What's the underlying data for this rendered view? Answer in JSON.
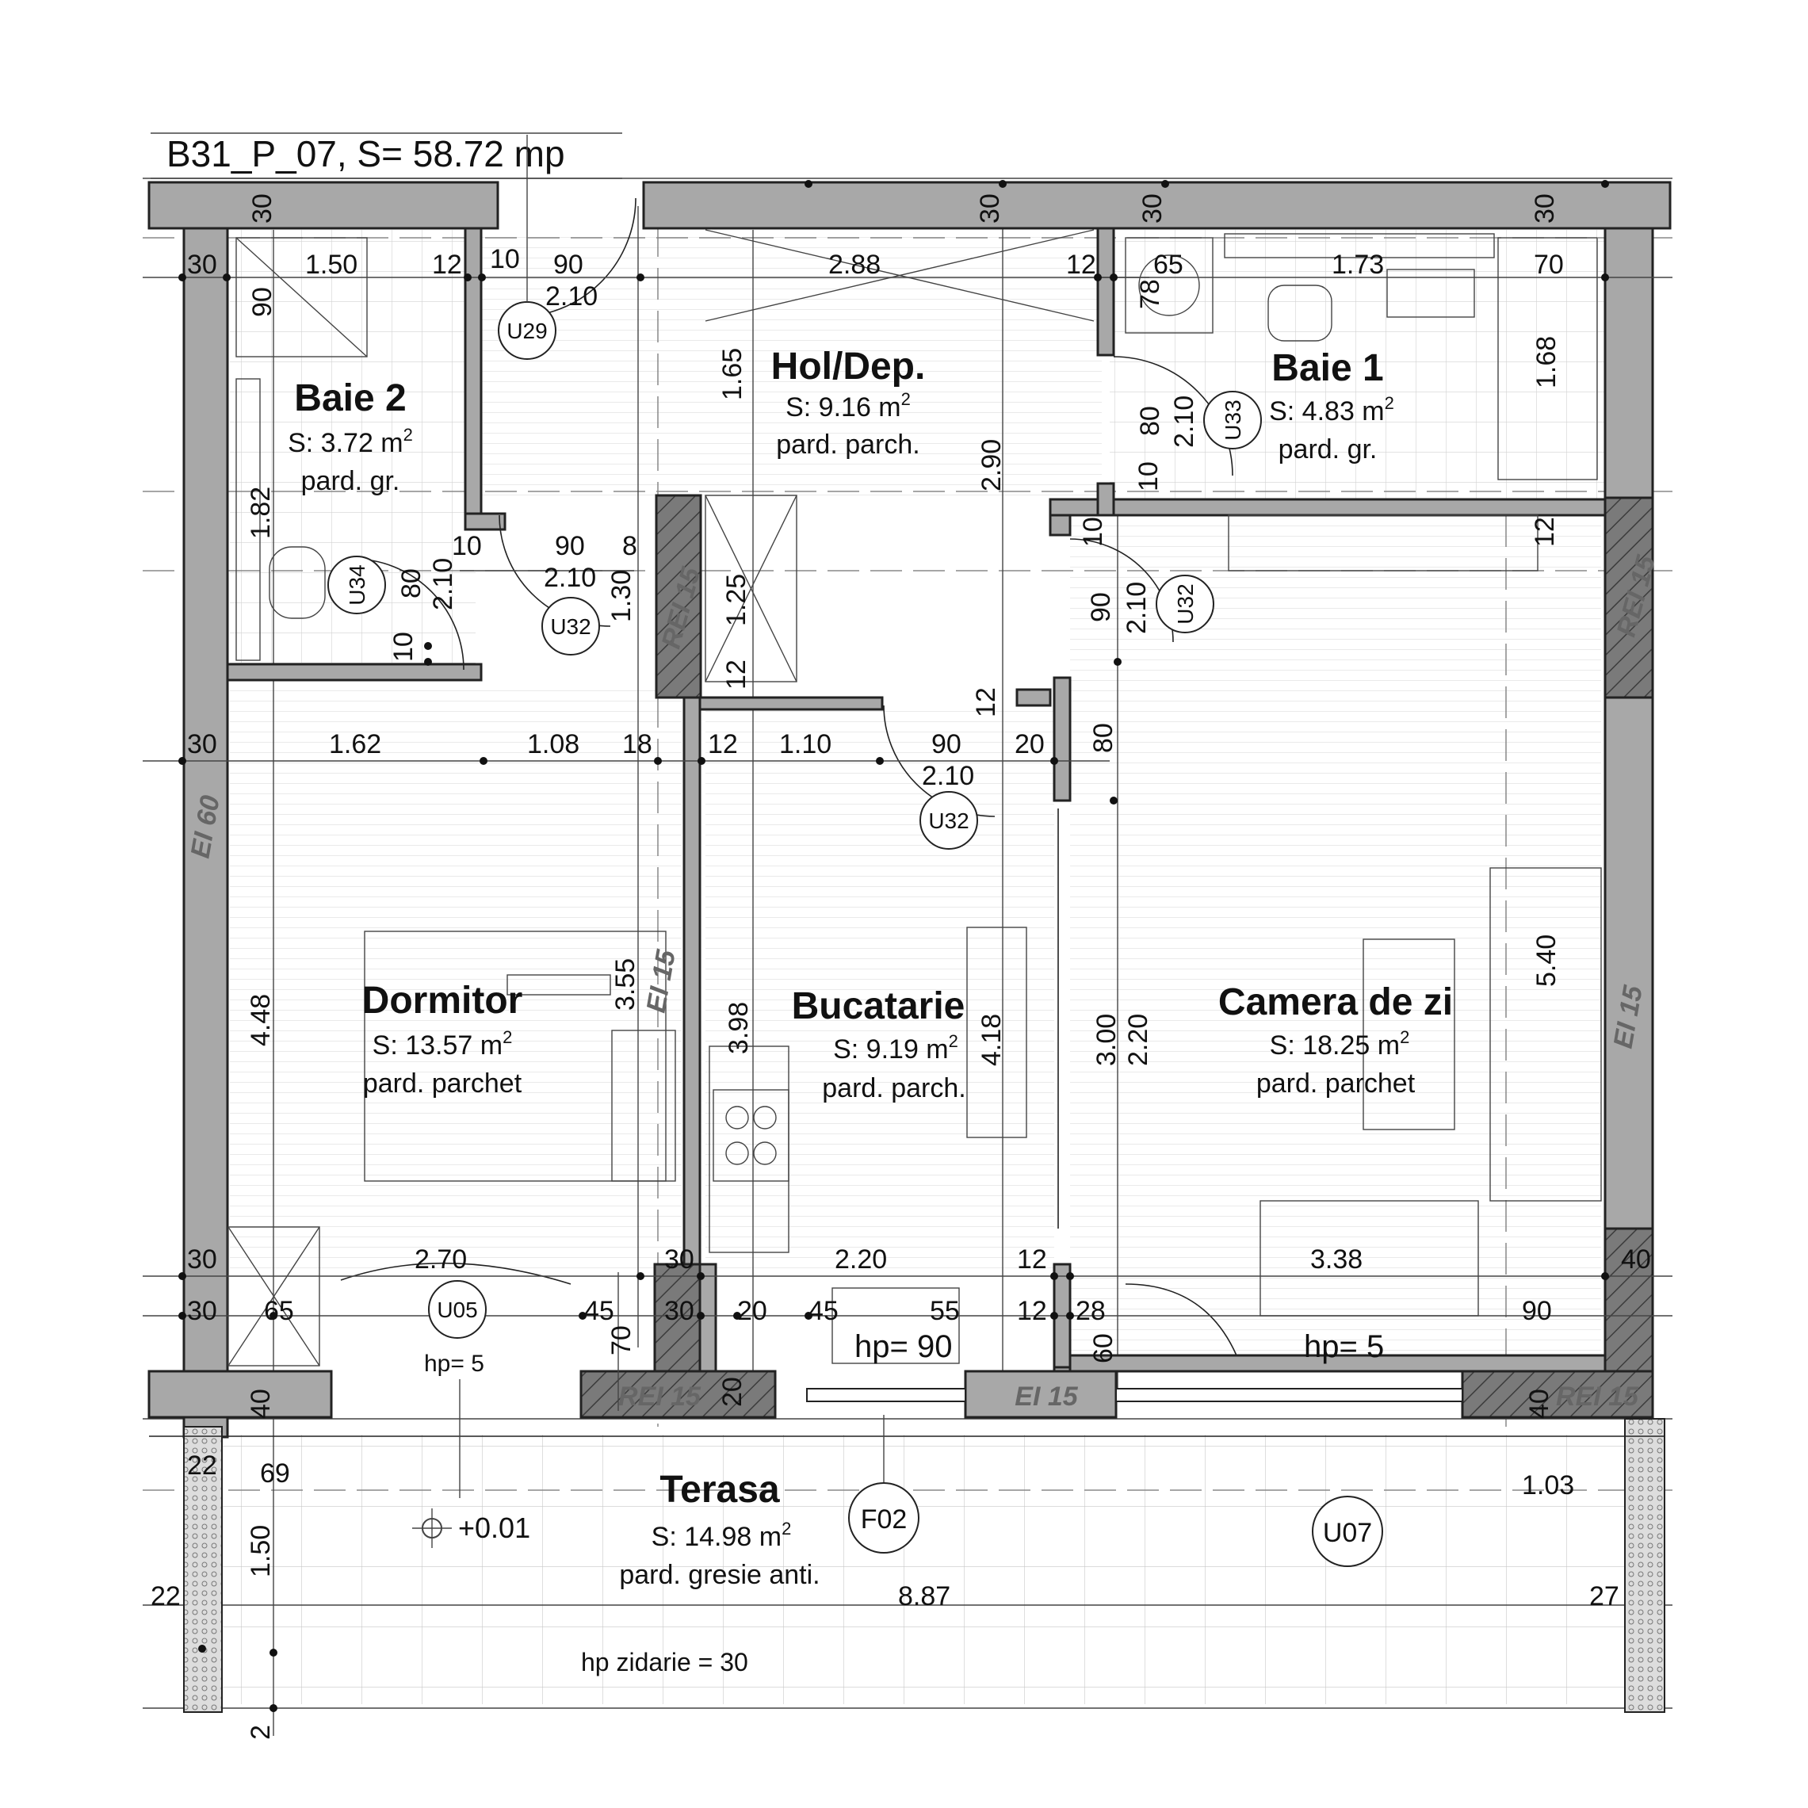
{
  "plan": {
    "title": "B31_P_07, S= 58.72 mp",
    "rooms": [
      {
        "name": "Baie 2",
        "area": "S: 3.72 m",
        "floor": "pard. gr."
      },
      {
        "name": "Hol/Dep.",
        "area": "S: 9.16 m",
        "floor": "pard. parch."
      },
      {
        "name": "Baie 1",
        "area": "S: 4.83 m",
        "floor": "pard. gr."
      },
      {
        "name": "Dormitor",
        "area": "S: 13.57 m",
        "floor": "pard. parchet"
      },
      {
        "name": "Bucatarie",
        "area": "S: 9.19 m",
        "floor": "pard. parch."
      },
      {
        "name": "Camera de zi",
        "area": "S: 18.25 m",
        "floor": "pard. parchet"
      },
      {
        "name": "Terasa",
        "area": "S: 14.98 m",
        "floor": "pard. gresie anti."
      }
    ],
    "area_superscript": "2",
    "door_tags": [
      "U29",
      "U33",
      "U34",
      "U32",
      "U32",
      "U32",
      "U05",
      "F02",
      "U07"
    ],
    "wall_labels": [
      "REI 15",
      "REI 15",
      "EI 60",
      "EI 15",
      "EI 15",
      "REI 15",
      "EI 15",
      "REI 15"
    ],
    "notes": [
      "hp= 5",
      "hp= 90",
      "hp= 5",
      "+0.01",
      "hp zidarie = 30"
    ],
    "dimensions": {
      "top_row": [
        "30",
        "1.50",
        "12",
        "10",
        "90",
        "2.10",
        "2.88",
        "12",
        "65",
        "1.73",
        "70"
      ],
      "top_vertical": [
        "30",
        "30",
        "30",
        "30",
        "90",
        "78",
        "1.65",
        "1.68"
      ],
      "baths": [
        "1.82",
        "10",
        "90",
        "8",
        "2.10",
        "1.30",
        "80",
        "2.10",
        "10",
        "80",
        "2.10",
        "10",
        "2.90",
        "1.25",
        "12",
        "10",
        "12",
        "90",
        "2.10"
      ],
      "mid_row": [
        "30",
        "1.62",
        "1.08",
        "18",
        "12",
        "1.10",
        "90",
        "20",
        "2.10",
        "12",
        "80"
      ],
      "rooms_vertical": [
        "3.55",
        "4.48",
        "3.98",
        "4.18",
        "3.00",
        "2.20",
        "5.40"
      ],
      "lower_row_1": [
        "30",
        "2.70",
        "30",
        "2.20",
        "12",
        "3.38",
        "40"
      ],
      "lower_row_2": [
        "30",
        "65",
        "45",
        "30",
        "20",
        "45",
        "55",
        "12",
        "28",
        "90"
      ],
      "lower_vertical": [
        "70",
        "60",
        "20",
        "40",
        "40"
      ],
      "terrace": [
        "22",
        "69",
        "1.03",
        "1.50",
        "22",
        "8.87",
        "27",
        "2"
      ]
    }
  }
}
